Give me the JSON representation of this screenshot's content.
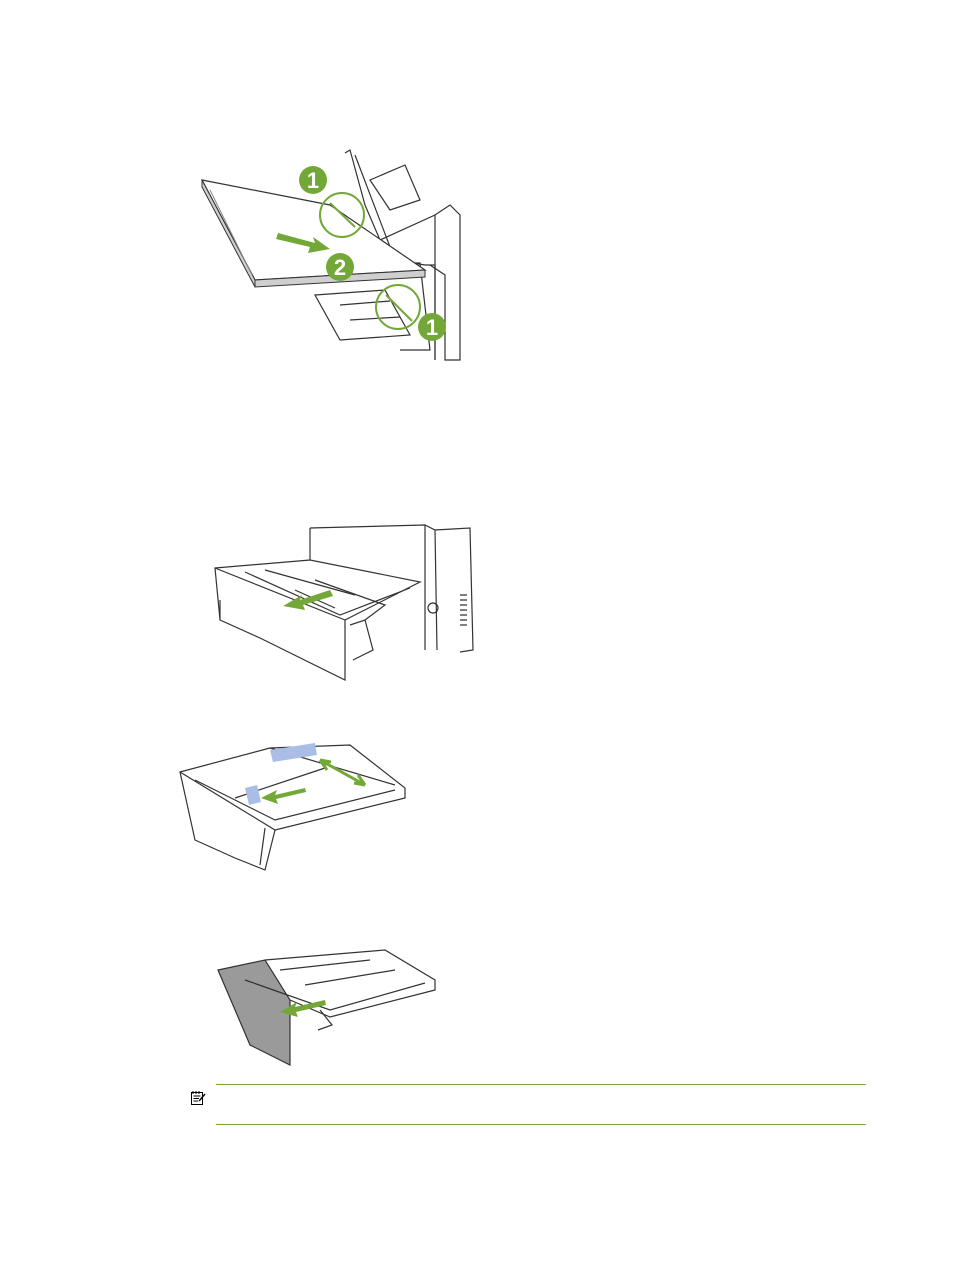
{
  "page": {
    "figure1": {
      "callouts": [
        "1",
        "2",
        "1"
      ],
      "colors": {
        "accent": "#73a839",
        "paper": "#cfcfcf",
        "line": "#333333"
      }
    },
    "figure2": {
      "colors": {
        "accent": "#73a839"
      }
    },
    "figure3": {
      "colors": {
        "accent": "#73a839",
        "highlight": "#a9bde6"
      }
    },
    "figure4": {
      "colors": {
        "accent": "#73a839",
        "tray": "#9a9a9a"
      }
    },
    "note": {
      "icon": "note-icon",
      "text": "",
      "rule_color": "#73a839"
    }
  }
}
